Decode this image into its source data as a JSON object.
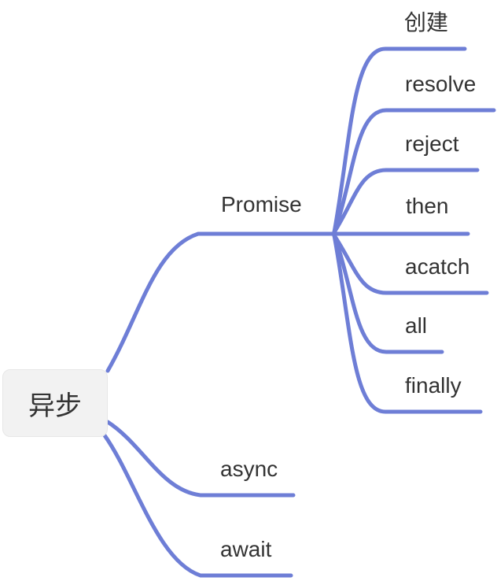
{
  "mindmap": {
    "root": "异步",
    "level1": [
      {
        "label": "Promise"
      },
      {
        "label": "async"
      },
      {
        "label": "await"
      }
    ],
    "promise_children": [
      "创建",
      "resolve",
      "reject",
      "then",
      "acatch",
      "all",
      "finally"
    ]
  },
  "colors": {
    "edge": "#6e7ed6",
    "text": "#333333",
    "root_background": "#f2f2f2"
  }
}
